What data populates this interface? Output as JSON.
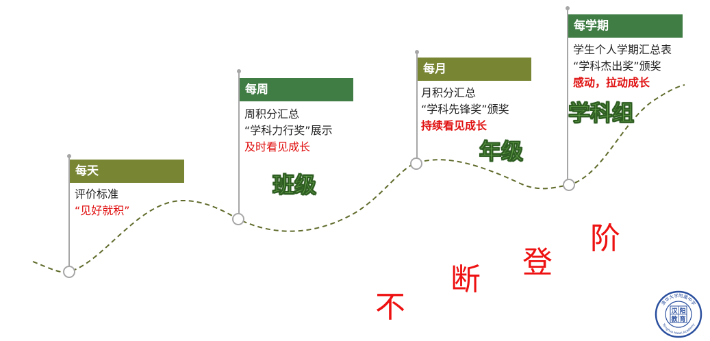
{
  "stages": [
    {
      "period": "每天",
      "line1": "评价标准",
      "line2": "",
      "highlight": "“见好就积”"
    },
    {
      "period": "每周",
      "line1": "周积分汇总",
      "line2": "“学科力行奖”展示",
      "highlight": "及时看见成长"
    },
    {
      "period": "每月",
      "line1": "月积分汇总",
      "line2": "“学科先锋奖”颁奖",
      "highlight": "持续看见成长"
    },
    {
      "period": "每学期",
      "line1": "学生个人学期汇总表",
      "line2": "“学科杰出奖”颁奖",
      "highlight": "感动，拉动成长"
    }
  ],
  "levels": [
    "班级",
    "年级",
    "学科组"
  ],
  "motto": [
    "不",
    "断",
    "登",
    "阶"
  ],
  "logo": {
    "text_top": "清华大学附属中学",
    "text_bottom": "Tsinghua Huaxi Academy",
    "cells": [
      "汉",
      "阳",
      "教",
      "育"
    ]
  },
  "colors": {
    "flag_olive": "#788533",
    "flag_green": "#3f7d45",
    "curve": "#5e6b2a",
    "motto_red": "#ee1111",
    "logo_blue": "#2a4f9e"
  }
}
